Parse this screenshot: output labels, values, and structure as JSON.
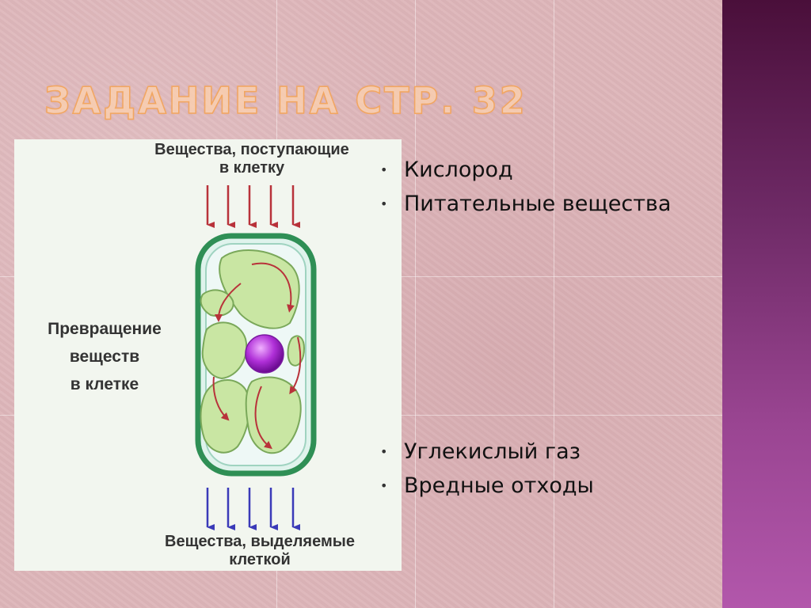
{
  "slide": {
    "title": "Задание на стр. 32"
  },
  "diagram": {
    "top_label_line1": "Вещества, поступающие",
    "top_label_line2": "в клетку",
    "left_label_line1": "Превращение",
    "left_label_line2": "веществ",
    "left_label_line3": "в клетке",
    "bottom_label_line1": "Вещества, выделяемые",
    "bottom_label_line2": "клеткой"
  },
  "bullets_top": [
    "Кислород",
    "Питательные вещества"
  ],
  "bullets_bottom": [
    "Углекислый газ",
    "Вредные отходы"
  ],
  "colors": {
    "accent_band": "#7a2f72",
    "title_outline": "#f2a660",
    "inflow_arrows": "#b8323a",
    "outflow_arrows": "#3a3ab8",
    "cell_wall": "#2f8f55",
    "nucleus": "#a020c8"
  }
}
